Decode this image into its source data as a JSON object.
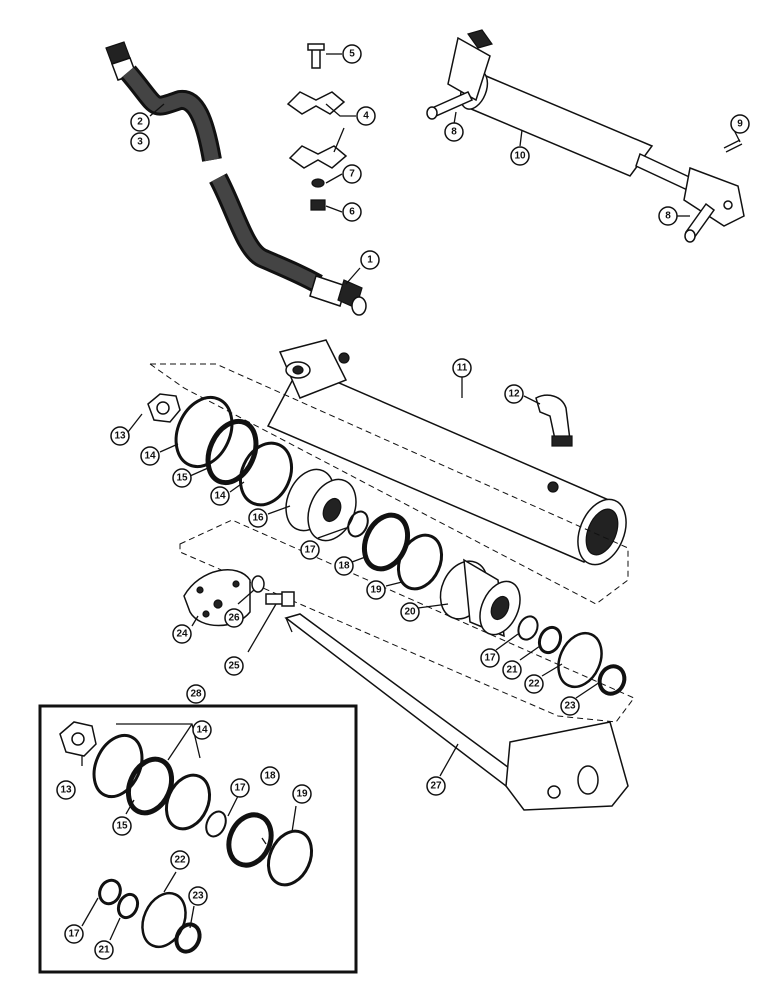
{
  "callouts": {
    "c1": "1",
    "c2": "2",
    "c3": "3",
    "c4": "4",
    "c5": "5",
    "c6": "6",
    "c7": "7",
    "c8a": "8",
    "c8b": "8",
    "c9": "9",
    "c10": "10",
    "c11": "11",
    "c12": "12",
    "c13": "13",
    "c14a": "14",
    "c14b": "14",
    "c15": "15",
    "c16": "16",
    "c17a": "17",
    "c17b": "17",
    "c18": "18",
    "c19": "19",
    "c20": "20",
    "c21": "21",
    "c22": "22",
    "c23": "23",
    "c24": "24",
    "c25": "25",
    "c26": "26",
    "c27": "27",
    "c28": "28"
  },
  "kit": {
    "c13": "13",
    "c14": "14",
    "c15": "15",
    "c17a": "17",
    "c17b": "17",
    "c18": "18",
    "c19": "19",
    "c21": "21",
    "c22": "22",
    "c23": "23"
  }
}
